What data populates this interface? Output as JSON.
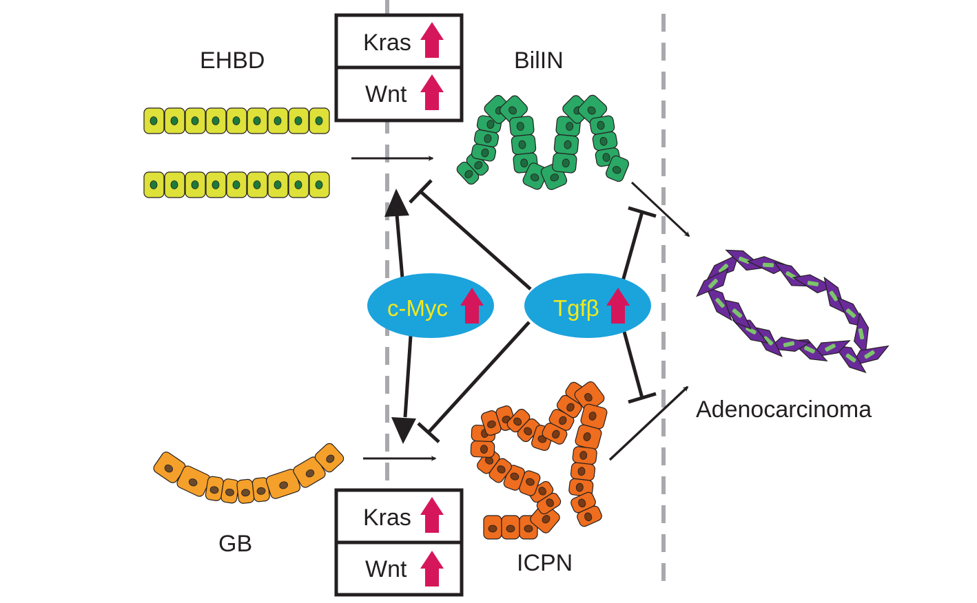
{
  "labels": {
    "ehbd": "EHBD",
    "biliN": "BilIN",
    "gb": "GB",
    "icpn": "ICPN",
    "adenocarcinoma": "Adenocarcinoma"
  },
  "boxes": {
    "top": {
      "row1": "Kras",
      "row2": "Wnt"
    },
    "bottom": {
      "row1": "Kras",
      "row2": "Wnt"
    }
  },
  "factors": {
    "cmyc": "c-Myc",
    "tgfb": "Tgfβ"
  },
  "colors": {
    "ehbd_cell": "#dde13a",
    "ehbd_nucleus": "#1e7a3a",
    "bilin_cell": "#2aa865",
    "bilin_nucleus": "#1d6b3e",
    "gb_cell": "#f5a02a",
    "gb_nucleus": "#6b4a2c",
    "icpn_cell": "#ee6d1e",
    "icpn_nucleus": "#7a3a14",
    "tumor_cell": "#6a2b9a",
    "tumor_nucleus": "#7cc46b",
    "ellipse": "#1ba3dc",
    "factor_text": "#f3ea1b",
    "up_arrow": "#d6165b",
    "line": "#231f20",
    "dash": "#a7a9ac"
  },
  "icons": {
    "up": "up-arrow-icon"
  }
}
